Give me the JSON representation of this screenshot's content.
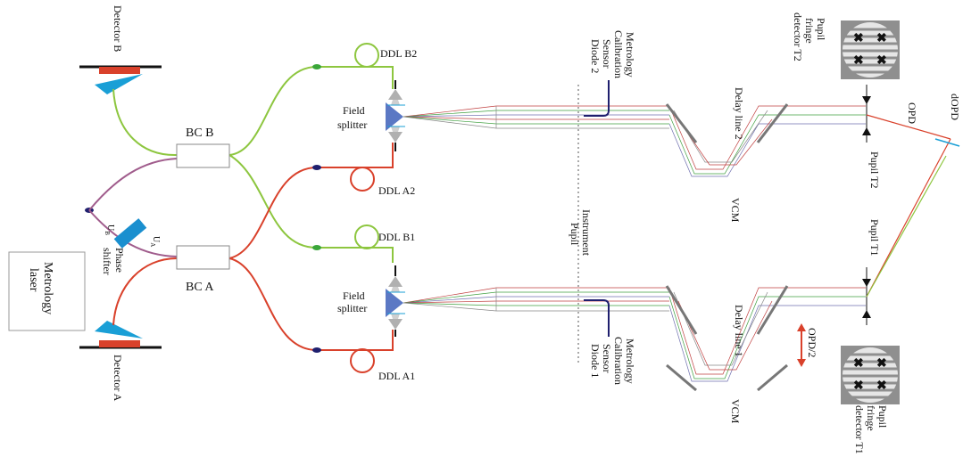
{
  "labels": {
    "detector_b": "Detector B",
    "detector_a": "Detector A",
    "metrology_laser": [
      "Metrology",
      "laser"
    ],
    "u_b": "U",
    "u_b_sub": "B",
    "u_a": "U",
    "u_a_sub": "A",
    "phase_shifter": [
      "Phase",
      "shifter"
    ],
    "bc_b": "BC B",
    "bc_a": "BC A",
    "ddl_b2": "DDL B2",
    "ddl_a2": "DDL A2",
    "ddl_b1": "DDL B1",
    "ddl_a1": "DDL A1",
    "field_splitter": [
      "Field",
      "splitter"
    ],
    "sensor_top": [
      "Metrology",
      "Calibration",
      "Sensor",
      "Diode 2"
    ],
    "sensor_bottom": [
      "Metrology",
      "Calibration",
      "Sensor",
      "Diode 1"
    ],
    "instrument_pupil": [
      "Instrument",
      "Pupil"
    ],
    "delay_line_2": "Delay line 2",
    "delay_line_1": "Delay line 1",
    "vcm": "VCM",
    "pupil_t2": "Pupil T2",
    "pupil_t1": "Pupil T1",
    "pupil_det_t2": [
      "Pupil",
      "fringe",
      "detector T2"
    ],
    "pupil_det_t1": [
      "Pupil",
      "fringe",
      "detector T1"
    ],
    "opd": "OPD",
    "dopd": "dOPD",
    "opd_half": "OPD/2"
  },
  "colors": {
    "green_fiber": "#8dc63f",
    "red_fiber": "#d9412b",
    "purple_fiber": "#a05c8c",
    "detector_red": "#d9412b",
    "detector_blue": "#1a9fd6",
    "splitter_blue": "#5b78c4",
    "phase_shifter": "#1a8fcf",
    "sensor_line": "#1f1f6e",
    "fringe_bg": "#9a9a9a"
  }
}
